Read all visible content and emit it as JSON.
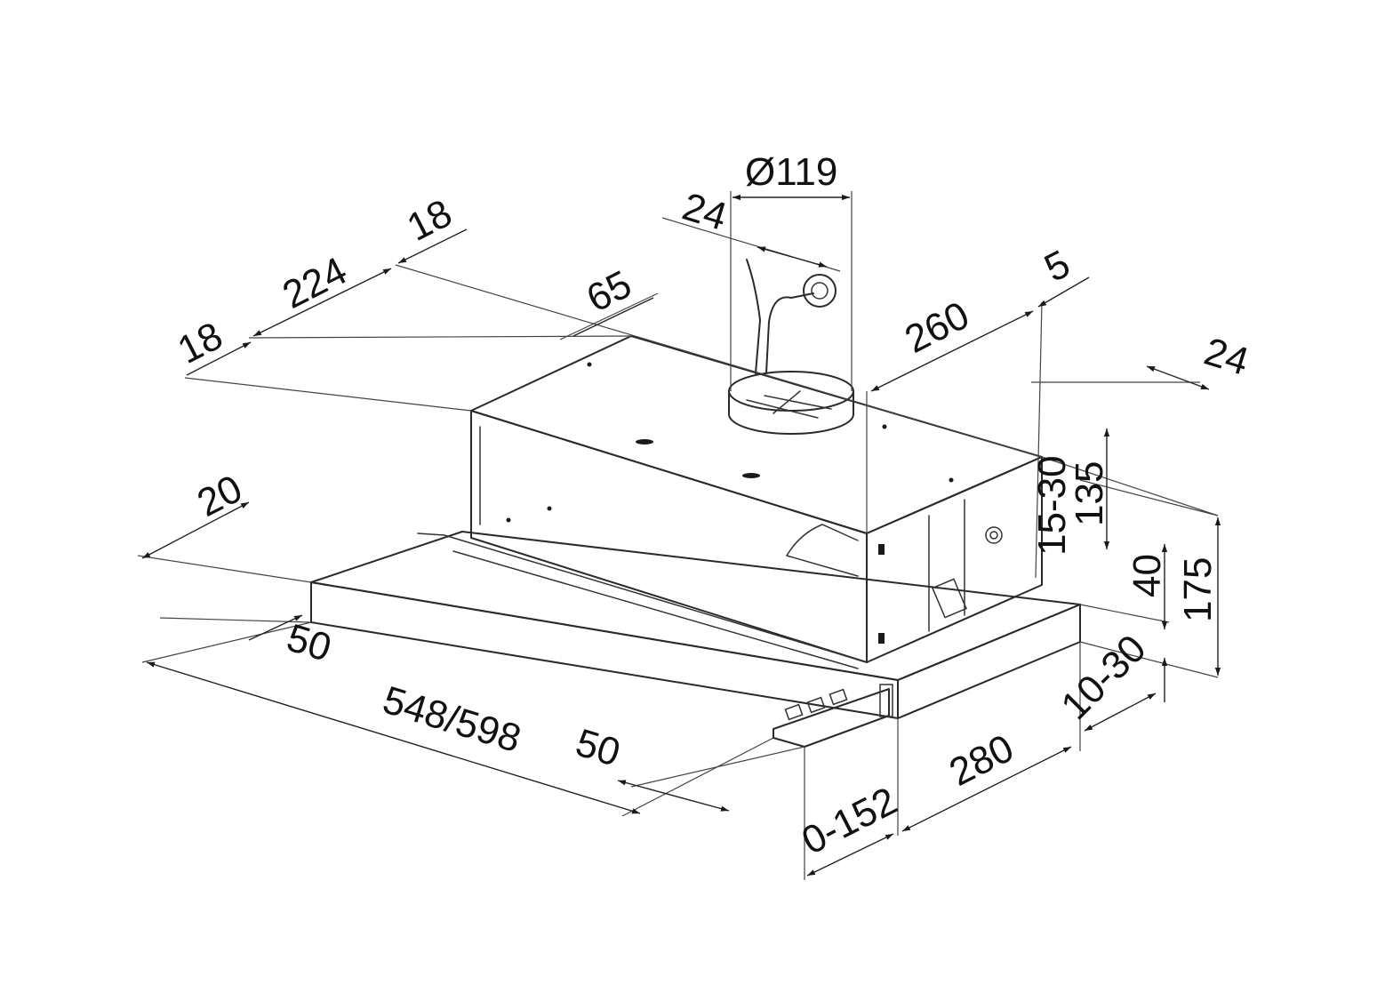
{
  "dimensions": {
    "duct_diameter": "Ø119",
    "duct_offset": "24",
    "top_18_right": "18",
    "top_224": "224",
    "top_18_left": "18",
    "top_65": "65",
    "dim_5": "5",
    "dim_260": "260",
    "right_24": "24",
    "dim_15_30": "15-30",
    "dim_135": "135",
    "dim_40": "40",
    "dim_175": "175",
    "dim_20": "20",
    "left_50": "50",
    "width_548_598": "548/598",
    "front_50": "50",
    "dim_10_30": "10-30",
    "dim_280": "280",
    "dim_0_152": "0-152"
  },
  "colors": {
    "line": "#2a2a2a",
    "text": "#111111",
    "background": "#ffffff"
  }
}
